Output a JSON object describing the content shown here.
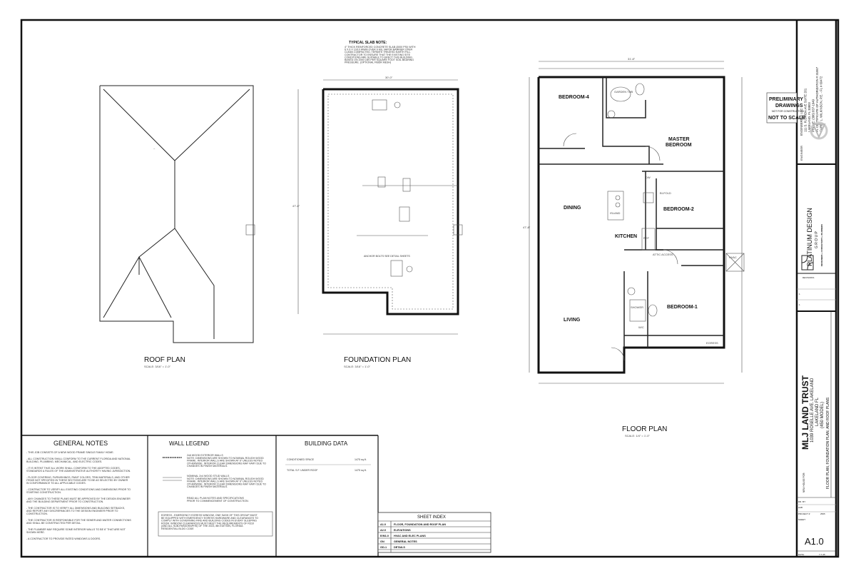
{
  "slab_note": {
    "title": "TYPICAL SLAB NOTE:",
    "lines": [
      "4\" THICK REINFORCED CONCRETE SLAB (3000 PSI) WITH",
      "6 X 6 X 10/10 WWM OVER 6 MIL VAPOR BARRIER OVER",
      "CLEAN COMPACTED, TERMITE TREATED EARTH FILL.",
      "CONTRACTOR TO ENSURE THAT THE EXISTING SITE",
      "CONDITIONS ARE SUITABLE TO ERECT THIS BUILDING",
      "BASED ON 2000 LBS PER SQUARE FOOT SOIL BEARING",
      "PRESSURE. (OPTIONAL FIBER MESH)"
    ]
  },
  "roof_plan": {
    "title": "ROOF PLAN",
    "scale": "SCALE: 3/16\" = 1'-0\""
  },
  "foundation_plan": {
    "title": "FOUNDATION PLAN",
    "scale": "SCALE: 3/16\" = 1'-0\"",
    "anchor_note": "ANCHOR BOLTS SEE DETAIL SHEETS",
    "dim_top": "30'-0\"",
    "dim_side": "47'-8\""
  },
  "floor_plan": {
    "title": "FLOOR PLAN",
    "scale": "SCALE: 1/4\" = 1'-0\"",
    "rooms": [
      "BEDROOM-4",
      "MASTER",
      "BEDROOM",
      "DINING",
      "KITCHEN",
      "BEDROOM-2",
      "BEDROOM-1",
      "LIVING"
    ],
    "labels": [
      "GARDEN TUB",
      "SHOWER",
      "W/C",
      "ATTIC ACCESS",
      "HVAC",
      "ISLAND",
      "REF",
      "DW",
      "BI-FOLD",
      "EGRESS"
    ],
    "dim_top": "31'-8\"",
    "dim_side": "47'-8\""
  },
  "preliminary": {
    "line1": "PRELIMINARY",
    "line2": "DRAWINGS",
    "line3": "NOT FOR CONSTRUCTION",
    "line4": "NOT TO SCALE"
  },
  "general_notes": {
    "title": "GENERAL NOTES",
    "items": [
      "- THIS JOB CONSISTS OF A NEW WOOD FRAME SINGLE FAMILY HOME.",
      "- ALL CONSTRUCTION SHALL CONFORM TO THE CURRENT FLORIDA AND NATIONAL BUILDING, PLUMBING, MECHANICAL, AND ELECTRIC CODES.",
      "- IT IS INTENT THAT ALL WORK SHALL CONFORM TO THE ADOPTED CODES, STANDARDS & RULES OF THE ADMINISTRATIVE AUTHORITY HAVING JURISDICTION.",
      "- FLOOR COVERING, FURNISHINGS, PAINT COLORS, TRIM MATERIALS, AND OTHER ITEMS NOT SPECIFIED IN THESE SECTIONS ARE TO BE AS SELECTED BY OWNER IN CONFORMANCE TO ALL APPLICABLE CODES.",
      "- CONTRACTOR TO VERIFY ALL EXISTING CONDITIONS AND DIMENSIONS PRIOR TO STARTING CONSTRUCTION.",
      "- ANY CHANGES TO THESE PLANS MUST BE APPROVED BY THE DESIGN ENGINEER AND THE BUILDING DEPARTMENT PRIOR TO CONSTRUCTION.",
      "- THE CONTRACTOR IS TO VERIFY ALL DIMENSIONS AND BUILDING SETBACKS, AND REPORT ANY DISCREPANCIES TO THE DESIGN ENGINEER PRIOR TO CONSTRUCTION.",
      "- THE CONTRACTOR IS RESPONSIBLE FOR THE SEWER AND WATER CONNECTIONS AND SHALL BE CONSTRUCTED PER DETAIL.",
      "- THE PLUMBER MAY REQUIRE SOME INTERIOR WALLS TO BE 6\" THAT ARE NOT SHOWN HERE.",
      "- A CONTRACTOR TO PROVIDE RATED WINDOWS & DOORS."
    ]
  },
  "wall_legend": {
    "title": "WALL LEGEND",
    "exterior": [
      "2x6 WOOD EXTERIOR WALLS",
      "NOTE: DIMENSIONS ARE SHOWN TO NOMINAL ROUGH WOOD",
      "FRAME. INTERIOR WALLS ARE SHOWN AT 6\" UNLESS NOTED",
      "OTHERWISE. INTERIOR CLEAR DIMENSIONS MAY VARY DUE TO",
      "CHANGES IN FINISH MATERIALS."
    ],
    "interior": [
      "NOMINAL 2x4 WOOD STUD WALLS",
      "NOTE: DIMENSIONS ARE SHOWN TO NOMINAL ROUGH WOOD",
      "FRAME. INTERIOR WALLS ARE SHOWN AT 6\" UNLESS NOTED",
      "OTHERWISE. INTERIOR CLEAR DIMENSIONS MAY VARY DUE TO",
      "CHANGES IN FINISH MATERIALS."
    ],
    "read": [
      "READ ALL PLAN NOTES AND SPECIFICATIONS",
      "PRIOR TO COMMENCEMENT OF CONSTRUCTION."
    ],
    "egress": [
      "EGRESS - EMERGENCY EGRESS WINDOW, ONE SASH OF THIS GROUP MUST",
      "BE EQUIPPED WITH EMERGENCY EGRESS HARDWARE AND CLEARANCES TO",
      "COMPLY WITH GOVERNING FIRE AND BUILDING CODES IN EVERY SLEEPING",
      "ROOM. WINDOW CLEARANCES MUST MEET THE REQUIREMENTS OF R310",
      "(AND ALL SUB-PARAGRAPHS) OF THE 2023, 8th EDITION, FLORIDA",
      "RESIDENTIAL BLDG CODE"
    ]
  },
  "building_data": {
    "title": "BUILDING DATA",
    "rows": [
      {
        "label": "CONDITIONED SPACE",
        "value": "1475 sq.ft."
      },
      {
        "label": "TOTAL S.F. UNDER ROOF",
        "value": "1475 sq.ft."
      }
    ]
  },
  "sheet_index": {
    "title": "SHEET INDEX",
    "rows": [
      {
        "code": "A1.0",
        "desc": "FLOOR, FOUNDATION AND ROOF PLAN"
      },
      {
        "code": "A2.0",
        "desc": "ELEVATIONS"
      },
      {
        "code": "E/M1.0",
        "desc": "HVAC AND ELEC PLANS"
      },
      {
        "code": "GN",
        "desc": "GENERAL NOTES"
      },
      {
        "code": "GD-1",
        "desc": "DETAILS"
      }
    ]
  },
  "title_block": {
    "engineer_label": "ENGINEER",
    "engineer_lines": [
      "ENGINEERING LLC",
      "111 S. FLORIDA AVE SUITE 201",
      "LAKELAND, FL 33803",
      "PHONE: (386) 837-1949",
      "FL CERTIFICATE OF AUTHORIZATION # 31557",
      "CAREY L. WILKINSON, P.E. - FL # 60472"
    ],
    "firm_name": "PLATINUM DESIGN",
    "firm_sub": "G R O U P",
    "firm_tag": "DESIGNERS + CONSULTANTS + PLANNERS",
    "revisions_label": "REVISIONS",
    "rev_rows": [
      "1",
      "1"
    ],
    "new_house_for": "NEW HOUSE FOR:",
    "client": "MLJ LAND TRUST",
    "address1": "1039 ROSELLE AVE. LAKELAND",
    "address2": "LAKELAND FL",
    "model": "(450 MODEL)",
    "sheet_desc": "FLOOR PLAN, FOUNDATION PLAN, AND ROOF PLANS",
    "dr_by_label": "DR. BY:",
    "dr_by": "AAB",
    "project_label": "PROJECT #",
    "project": "2505",
    "sheet_label": "SHEET:",
    "sheet": "A1.0",
    "date_label": "DATE:",
    "date": "7-7-25"
  },
  "colors": {
    "line": "#111111",
    "paper": "#ffffff"
  }
}
